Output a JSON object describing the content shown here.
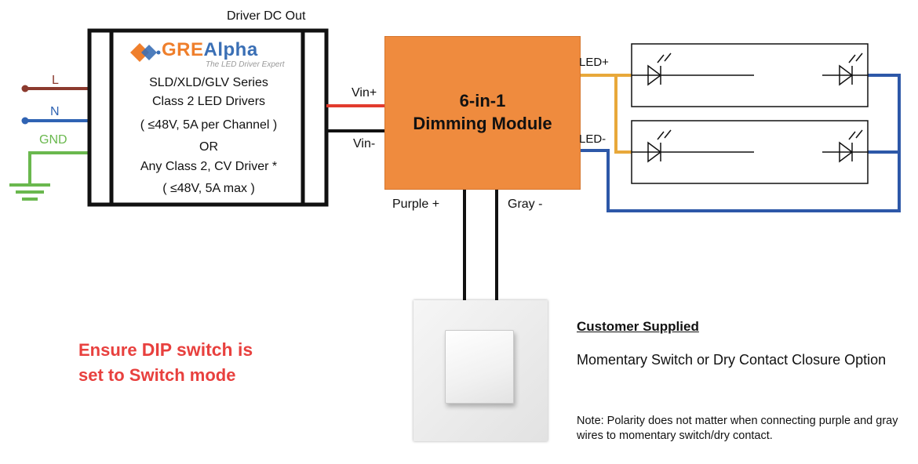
{
  "driver": {
    "dc_out_label": "Driver DC Out",
    "logo_text": "GREAlpha",
    "logo_text_a": "GRE",
    "logo_text_b": "Alpha",
    "logo_tagline": "The LED Driver Expert",
    "lines": [
      "SLD/XLD/GLV Series",
      "Class 2 LED Drivers",
      "( ≤48V, 5A per Channel )",
      "OR",
      "Any Class 2, CV Driver *",
      "( ≤48V, 5A max )"
    ]
  },
  "inputs": {
    "l": "L",
    "n": "N",
    "gnd": "GND"
  },
  "module": {
    "title_line1": "6-in-1",
    "title_line2": "Dimming Module",
    "vin_plus": "Vin+",
    "vin_minus": "Vin-",
    "led_plus": "LED+",
    "led_minus": "LED-",
    "purple": "Purple +",
    "gray": "Gray -"
  },
  "warning": {
    "prefix1": "Ensure ",
    "emphasis": "DIP switch is",
    "line2": "set to Switch mode"
  },
  "customer": {
    "title": "Customer Supplied",
    "desc": "Momentary Switch or Dry Contact Closure Option",
    "note": "Note: Polarity does not matter when connecting purple and gray wires to momentary switch/dry contact."
  },
  "colors": {
    "line_l": "#8b3a2e",
    "line_n": "#2f63b3",
    "line_gnd": "#6ab84e",
    "vin_plus": "#e23b2e",
    "vin_minus": "#111111",
    "led_plus": "#e8a83a",
    "led_minus": "#2d58a8",
    "module": "#ef8b3e",
    "warning": "#e8403e",
    "logo_orange": "#ef7f2c",
    "logo_blue": "#3a6fb5"
  }
}
